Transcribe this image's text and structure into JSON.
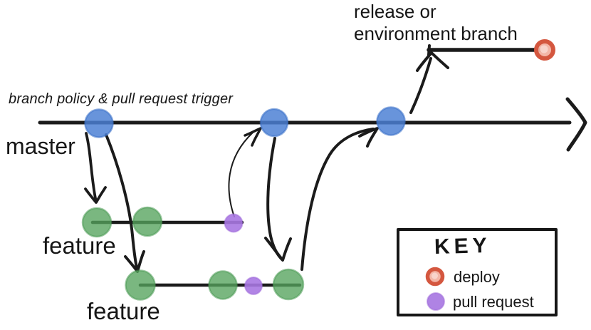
{
  "annotation": {
    "trigger_note": "branch policy & pull request trigger"
  },
  "branches": {
    "master_label": "master",
    "release_label_line1": "release or",
    "release_label_line2": "environment branch",
    "feature1_label": "feature",
    "feature2_label": "feature"
  },
  "key": {
    "title": "KEY",
    "items": [
      {
        "label": "deploy"
      },
      {
        "label": "pull request"
      }
    ]
  },
  "colors": {
    "line": "#1b1b1b",
    "master_commit": "#4b80d4",
    "master_commit_edge": "#3e73c9",
    "feature_commit": "#54a35c",
    "feature_commit_edge": "#4a9a53",
    "pull_request": "#a878e2",
    "pull_request_edge": "#9d68da",
    "deploy_fill": "#f2b2a2",
    "deploy_ring": "#d4573f",
    "deploy_highlight": "#f8d7cf"
  }
}
